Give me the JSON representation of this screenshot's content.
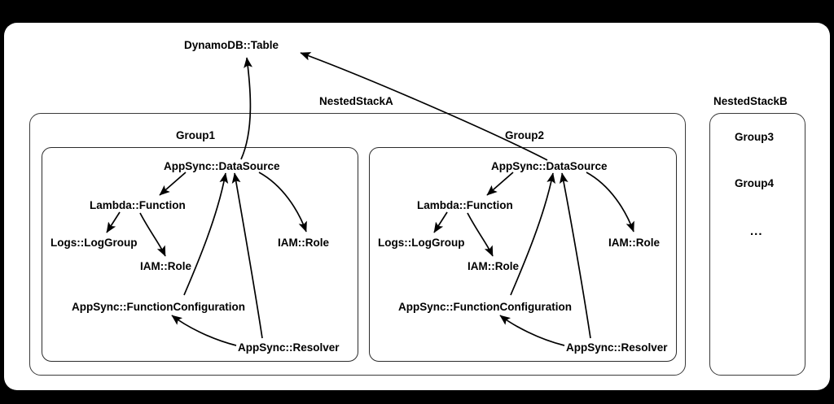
{
  "diagram": {
    "title_node": "DynamoDB::Table",
    "stacks": [
      {
        "id": "A",
        "label": "NestedStackA"
      },
      {
        "id": "B",
        "label": "NestedStackB"
      }
    ],
    "groups": [
      {
        "id": "g1",
        "label": "Group1"
      },
      {
        "id": "g2",
        "label": "Group2"
      },
      {
        "id": "g3",
        "label": "Group3"
      },
      {
        "id": "g4",
        "label": "Group4"
      },
      {
        "id": "gmore",
        "label": "..."
      }
    ],
    "group1_nodes": {
      "datasource": "AppSync::DataSource",
      "lambda": "Lambda::Function",
      "loggroup": "Logs::LogGroup",
      "iam_role_lambda": "IAM::Role",
      "iam_role_datasource": "IAM::Role",
      "function_config": "AppSync::FunctionConfiguration",
      "resolver": "AppSync::Resolver"
    },
    "group2_nodes": {
      "datasource": "AppSync::DataSource",
      "lambda": "Lambda::Function",
      "loggroup": "Logs::LogGroup",
      "iam_role_lambda": "IAM::Role",
      "iam_role_datasource": "IAM::Role",
      "function_config": "AppSync::FunctionConfiguration",
      "resolver": "AppSync::Resolver"
    },
    "colors": {
      "background": "#000000",
      "card": "#ffffff",
      "stroke": "#2b2b2b",
      "text": "#000000"
    },
    "edges": [
      {
        "from": "group1.AppSync::DataSource",
        "to": "DynamoDB::Table"
      },
      {
        "from": "group2.AppSync::DataSource",
        "to": "DynamoDB::Table"
      },
      {
        "from": "group1.AppSync::DataSource",
        "to": "group1.Lambda::Function"
      },
      {
        "from": "group1.Lambda::Function",
        "to": "group1.Logs::LogGroup"
      },
      {
        "from": "group1.Lambda::Function",
        "to": "group1.IAM::Role"
      },
      {
        "from": "group1.AppSync::DataSource",
        "to": "group1.IAM::Role"
      },
      {
        "from": "group1.AppSync::FunctionConfiguration",
        "to": "group1.AppSync::DataSource"
      },
      {
        "from": "group1.AppSync::Resolver",
        "to": "group1.AppSync::DataSource"
      },
      {
        "from": "group1.AppSync::Resolver",
        "to": "group1.AppSync::FunctionConfiguration"
      },
      {
        "from": "group2.AppSync::DataSource",
        "to": "group2.Lambda::Function"
      },
      {
        "from": "group2.Lambda::Function",
        "to": "group2.Logs::LogGroup"
      },
      {
        "from": "group2.Lambda::Function",
        "to": "group2.IAM::Role"
      },
      {
        "from": "group2.AppSync::DataSource",
        "to": "group2.IAM::Role"
      },
      {
        "from": "group2.AppSync::FunctionConfiguration",
        "to": "group2.AppSync::DataSource"
      },
      {
        "from": "group2.AppSync::Resolver",
        "to": "group2.AppSync::DataSource"
      },
      {
        "from": "group2.AppSync::Resolver",
        "to": "group2.AppSync::FunctionConfiguration"
      }
    ]
  }
}
